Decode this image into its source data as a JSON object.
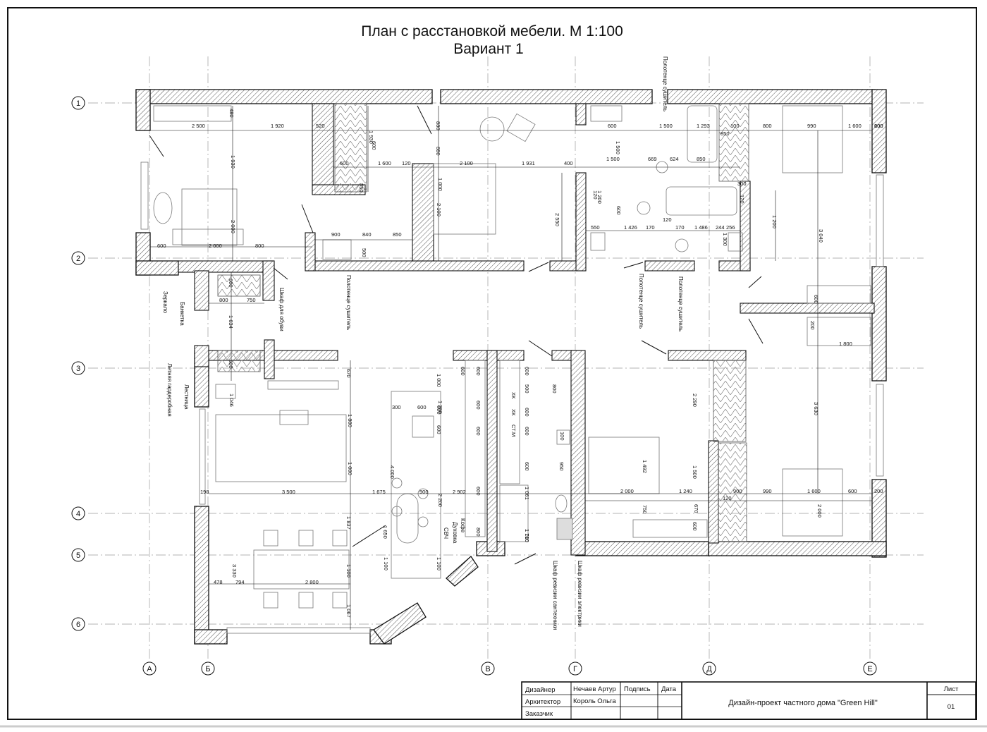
{
  "title": {
    "line1": "План с расстановкой мебели. М 1:100",
    "line2": "Вариант 1"
  },
  "axes": {
    "rows": [
      "1",
      "2",
      "3",
      "4",
      "5",
      "6"
    ],
    "cols": [
      "А",
      "Б",
      "В",
      "Г",
      "Д",
      "Е"
    ]
  },
  "notes": {
    "towel_top": "Полотенце сушитель",
    "towel_left": "Полотенце сушитель",
    "towel_mid1": "Полотенце сушитель",
    "towel_mid2": "Полотенце сушитель",
    "mirror": "Зеркало",
    "bench": "Банкетка",
    "shoe_cabinet": "Шкаф для обуви",
    "stairs": "Лестница",
    "summer_wardrobe": "Летняя гардеробная",
    "hob": "Кофе",
    "oven": "Духовка",
    "microwave": "СВЧ",
    "revision_plumbing": "Шкаф ревизии сантехники",
    "revision_electric": "Шкаф ревизии электрики"
  },
  "appliances": [
    "ХК",
    "ХК",
    "СТ.М"
  ],
  "dimensions": {
    "top_row": [
      "480",
      "2 500",
      "1 920",
      "520",
      "1 930",
      "880",
      "600",
      "1 500",
      "1 293",
      "850",
      "100",
      "800",
      "990",
      "1 600",
      "600",
      "200"
    ],
    "second_row": [
      "600",
      "1 600",
      "120",
      "2 100",
      "1 931",
      "400",
      "1 500",
      "669",
      "624",
      "850",
      "300"
    ],
    "bath_row": [
      "900",
      "840",
      "850",
      "550",
      "1 426",
      "170",
      "170",
      "1 486",
      "244",
      "256",
      "120",
      "1 200"
    ],
    "vertical_top": [
      "1 930",
      "2 000",
      "2 100",
      "2 550",
      "880",
      "1 000",
      "1 500",
      "3 040",
      "1 200",
      "1 300",
      "600",
      "500",
      "550",
      "600",
      "120",
      "120"
    ],
    "entry": [
      "600",
      "2 000",
      "800",
      "600",
      "800",
      "750",
      "1 634",
      "600",
      "200",
      "1 800",
      "600"
    ],
    "living": [
      "670",
      "1 800",
      "1 000",
      "3 500",
      "1 675",
      "900",
      "2 902",
      "198",
      "1 046",
      "1 837",
      "3 330",
      "478",
      "794",
      "2 800",
      "1 100",
      "1 067"
    ],
    "kitchen": [
      "300",
      "600",
      "4 000",
      "1 100",
      "1 000",
      "1 200",
      "600",
      "600",
      "2 200",
      "600",
      "1 650",
      "1 100",
      "600",
      "600",
      "600",
      "600",
      "800",
      "600",
      "500",
      "600",
      "600",
      "600",
      "1 061",
      "100",
      "950",
      "800",
      "1 710",
      "1 100"
    ],
    "bedroom": [
      "2 290",
      "1 492",
      "1 500",
      "2 000",
      "1 240",
      "750",
      "600",
      "670",
      "120",
      "900",
      "990",
      "1 600",
      "600",
      "2 000",
      "200",
      "3 630"
    ]
  },
  "title_block": {
    "roles": [
      "Дизайнер",
      "Архитектор",
      "Заказчик"
    ],
    "names": [
      "Нечаев Артур",
      "Король Ольга",
      ""
    ],
    "signature_label": "Подпись",
    "date_label": "Дата",
    "project": "Дизайн-проект частного дома \"Green Hill\"",
    "sheet_label": "Лист",
    "sheet_number": "01"
  },
  "colors": {
    "line": "#111111",
    "grid": "#9a9a9a",
    "hatch": "#555555",
    "furniture": "#888888"
  }
}
